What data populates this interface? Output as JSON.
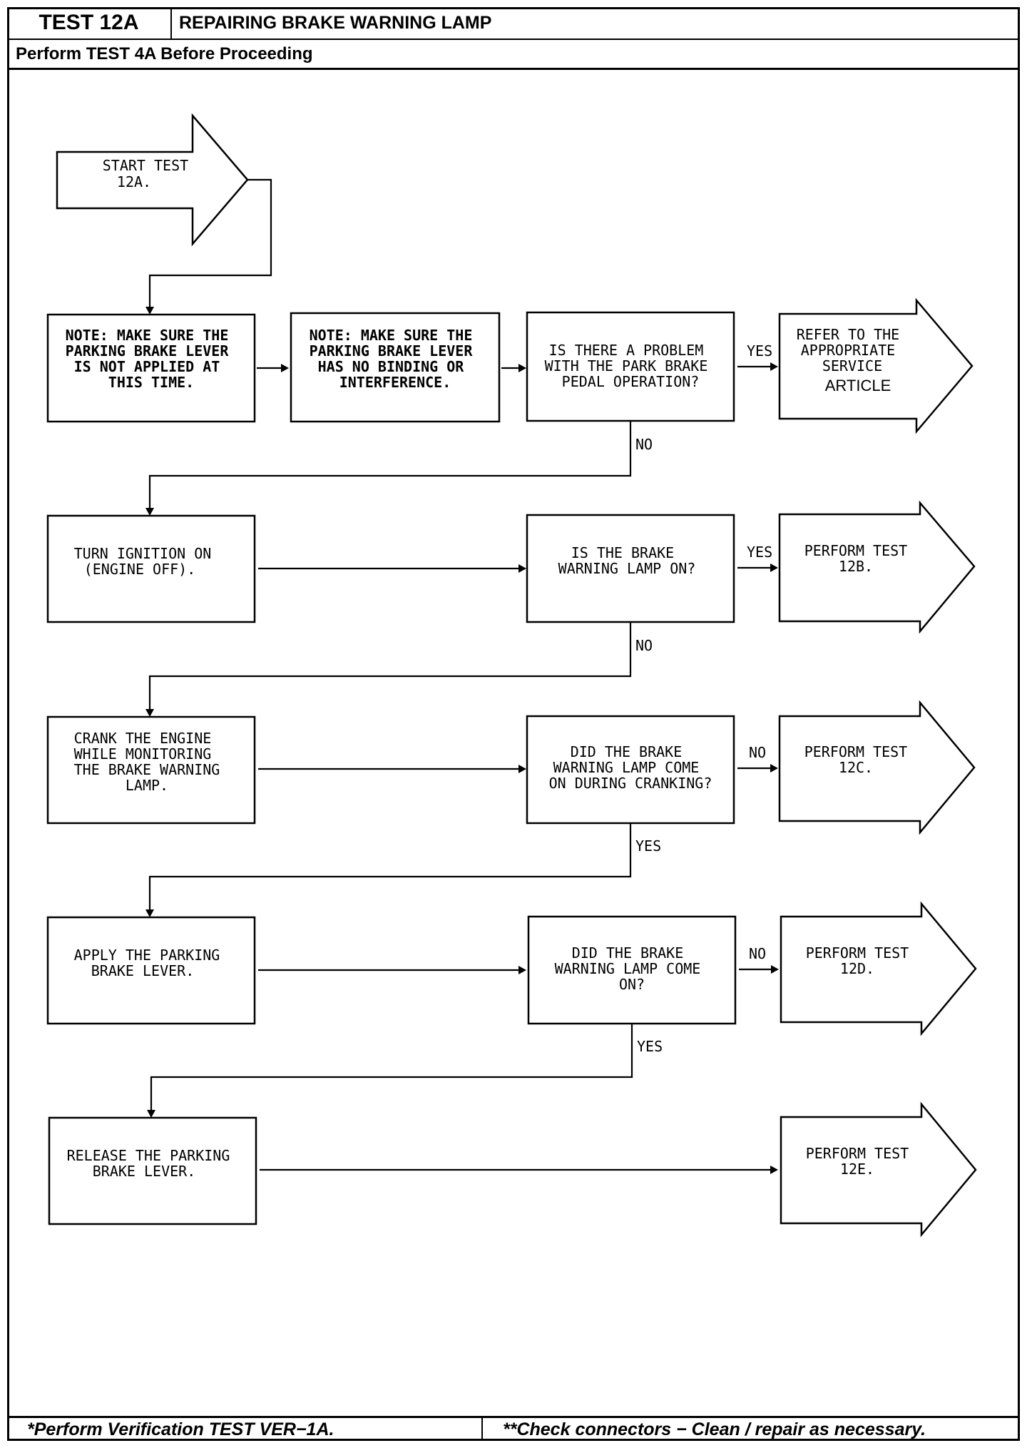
{
  "header": {
    "test_id": "TEST 12A",
    "title": "REPAIRING BRAKE WARNING LAMP",
    "prerequisite": "Perform TEST 4A Before Proceeding"
  },
  "flow": {
    "start": [
      "START TEST",
      "12A."
    ],
    "note1": [
      "NOTE: MAKE SURE THE",
      "PARKING BRAKE LEVER",
      "IS NOT APPLIED AT",
      "THIS TIME."
    ],
    "note2": [
      "NOTE: MAKE SURE THE",
      "PARKING BRAKE LEVER",
      "HAS NO BINDING OR",
      "INTERFERENCE."
    ],
    "q1": [
      "IS THERE A PROBLEM",
      "WITH THE PARK BRAKE",
      "PEDAL OPERATION?"
    ],
    "refer": [
      "REFER TO THE",
      "APPROPRIATE",
      "SERVICE",
      "ARTICLE"
    ],
    "step2": [
      "TURN IGNITION ON",
      "(ENGINE OFF)."
    ],
    "q2": [
      "IS THE BRAKE",
      "WARNING LAMP ON?"
    ],
    "r12b": [
      "PERFORM TEST",
      "12B."
    ],
    "step3": [
      "CRANK THE ENGINE",
      "WHILE MONITORING",
      "THE BRAKE WARNING",
      "LAMP."
    ],
    "q3": [
      "DID THE BRAKE",
      "WARNING LAMP COME",
      "ON DURING CRANKING?"
    ],
    "r12c": [
      "PERFORM TEST",
      "12C."
    ],
    "step4": [
      "APPLY THE PARKING",
      "BRAKE LEVER."
    ],
    "q4": [
      "DID THE BRAKE",
      "WARNING LAMP COME",
      "ON?"
    ],
    "r12d": [
      "PERFORM TEST",
      "12D."
    ],
    "step5": [
      "RELEASE THE PARKING",
      "BRAKE LEVER."
    ],
    "r12e": [
      "PERFORM TEST",
      "12E."
    ],
    "edge_labels": {
      "q1_yes": "YES",
      "q1_no": "NO",
      "q2_yes": "YES",
      "q2_no": "NO",
      "q3_no": "NO",
      "q3_yes": "YES",
      "q4_no": "NO",
      "q4_yes": "YES"
    }
  },
  "footer": {
    "left": "*Perform Verification TEST VER−1A.",
    "right": "**Check connectors − Clean / repair as necessary."
  }
}
